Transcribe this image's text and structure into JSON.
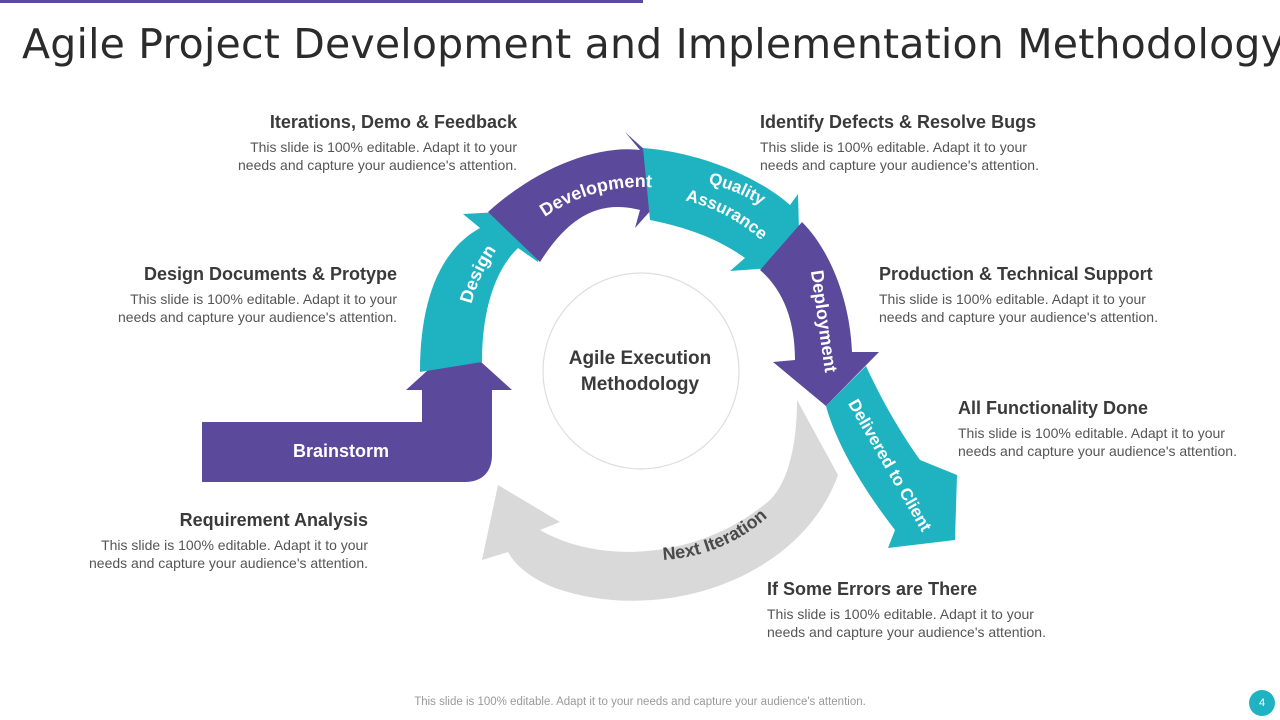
{
  "title": "Agile Project Development and Implementation Methodology",
  "center_label_line1": "Agile Execution",
  "center_label_line2": "Methodology",
  "stages": {
    "brainstorm": "Brainstorm",
    "design": "Design",
    "development": "Development",
    "quality": "Quality",
    "assurance": "Assurance",
    "deployment": "Deployment",
    "delivered": "Delivered to Client",
    "next_iteration": "Next Iteration"
  },
  "blocks": {
    "iterations": {
      "heading": "Iterations, Demo & Feedback",
      "body": "This slide is 100% editable. Adapt it to your needs and capture your audience's attention."
    },
    "design_docs": {
      "heading": "Design Documents & Protype",
      "body": "This slide is 100% editable. Adapt it to your needs and capture your audience's attention."
    },
    "requirement": {
      "heading": "Requirement Analysis",
      "body": "This slide is 100% editable. Adapt it to your needs and capture your audience's attention."
    },
    "defects": {
      "heading": "Identify Defects & Resolve Bugs",
      "body": "This slide is 100% editable. Adapt it to your needs and capture your audience's attention."
    },
    "production": {
      "heading": "Production & Technical Support",
      "body": "This slide is 100% editable. Adapt it to your needs and capture your audience's attention."
    },
    "functionality": {
      "heading": "All Functionality Done",
      "body": "This slide is 100% editable. Adapt it to your needs and capture your audience's attention."
    },
    "errors": {
      "heading": "If Some Errors are There",
      "body": "This slide is 100% editable. Adapt it to your needs and capture your audience's attention."
    }
  },
  "footer": "This slide is 100% editable. Adapt it to your needs and capture your audience's attention.",
  "page_number": "4",
  "colors": {
    "purple": "#5b4a9b",
    "teal": "#1fb3c2",
    "gray": "#d9d9d9"
  }
}
